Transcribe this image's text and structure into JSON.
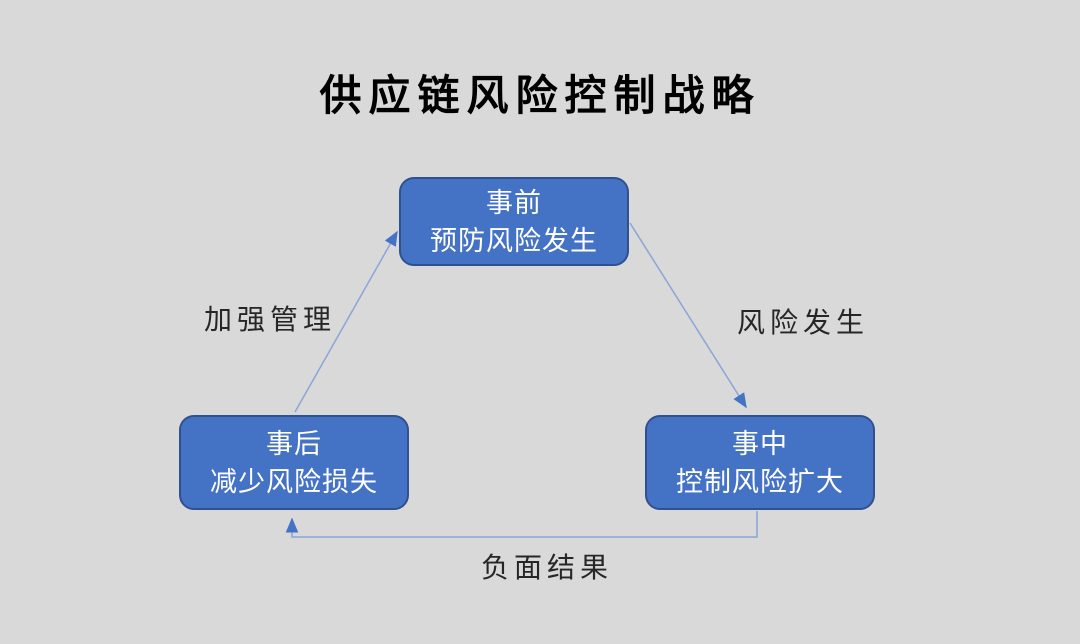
{
  "title": "供应链风险控制战略",
  "nodes": [
    {
      "id": "before-event",
      "position": "top",
      "line1": "事前",
      "line2": "预防风险发生"
    },
    {
      "id": "during-event",
      "position": "bottom-right",
      "line1": "事中",
      "line2": "控制风险扩大"
    },
    {
      "id": "after-event",
      "position": "bottom-left",
      "line1": "事后",
      "line2": "减少风险损失"
    }
  ],
  "edges": [
    {
      "id": "risk-occurs",
      "from": "before-event",
      "to": "during-event",
      "label": "风险发生"
    },
    {
      "id": "negative-outcome",
      "from": "during-event",
      "to": "after-event",
      "label": "负面结果"
    },
    {
      "id": "strengthen-management",
      "from": "after-event",
      "to": "before-event",
      "label": "加强管理"
    }
  ],
  "colors": {
    "background": "#d9d9d9",
    "box_fill": "#4472c4",
    "box_border": "#2f528f",
    "box_text": "#ffffff",
    "arrow_line": "#8aa5d8",
    "arrow_head": "#4472c4",
    "label_text": "#262626",
    "title_text": "#000000"
  }
}
